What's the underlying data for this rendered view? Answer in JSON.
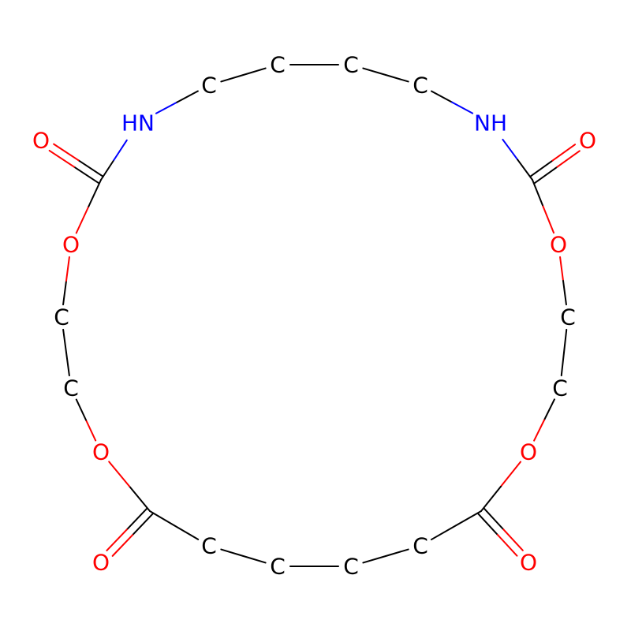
{
  "title": "Macrocyclic dicarbamate diester",
  "colors": {
    "C": "#000000",
    "N": "#0000FF",
    "O": "#FF0000"
  },
  "atoms": [
    {
      "label": "C",
      "element": "C"
    },
    {
      "label": "C",
      "element": "C"
    },
    {
      "label": "C",
      "element": "C"
    },
    {
      "label": "C",
      "element": "C"
    },
    {
      "label": "NH",
      "element": "N"
    },
    {
      "label": "",
      "element": "C"
    },
    {
      "label": "O",
      "element": "O"
    },
    {
      "label": "O",
      "element": "O"
    },
    {
      "label": "C",
      "element": "C"
    },
    {
      "label": "C",
      "element": "C"
    },
    {
      "label": "O",
      "element": "O"
    },
    {
      "label": "",
      "element": "C"
    },
    {
      "label": "O",
      "element": "O"
    },
    {
      "label": "C",
      "element": "C"
    },
    {
      "label": "C",
      "element": "C"
    },
    {
      "label": "C",
      "element": "C"
    },
    {
      "label": "C",
      "element": "C"
    },
    {
      "label": "",
      "element": "C"
    },
    {
      "label": "O",
      "element": "O"
    },
    {
      "label": "O",
      "element": "O"
    },
    {
      "label": "C",
      "element": "C"
    },
    {
      "label": "C",
      "element": "C"
    },
    {
      "label": "O",
      "element": "O"
    },
    {
      "label": "",
      "element": "C"
    },
    {
      "label": "O",
      "element": "O"
    },
    {
      "label": "HN",
      "element": "N"
    }
  ],
  "bonds": [
    [
      0,
      1,
      1
    ],
    [
      1,
      2,
      1
    ],
    [
      2,
      3,
      1
    ],
    [
      3,
      4,
      1
    ],
    [
      4,
      5,
      1
    ],
    [
      5,
      6,
      2
    ],
    [
      5,
      7,
      1
    ],
    [
      7,
      8,
      1
    ],
    [
      8,
      9,
      1
    ],
    [
      9,
      10,
      1
    ],
    [
      10,
      11,
      1
    ],
    [
      11,
      12,
      2
    ],
    [
      11,
      13,
      1
    ],
    [
      13,
      14,
      1
    ],
    [
      14,
      15,
      1
    ],
    [
      15,
      16,
      1
    ],
    [
      16,
      17,
      1
    ],
    [
      17,
      18,
      2
    ],
    [
      17,
      19,
      1
    ],
    [
      19,
      20,
      1
    ],
    [
      20,
      21,
      1
    ],
    [
      21,
      22,
      1
    ],
    [
      22,
      23,
      1
    ],
    [
      23,
      24,
      2
    ],
    [
      23,
      25,
      1
    ],
    [
      25,
      0,
      1
    ]
  ]
}
